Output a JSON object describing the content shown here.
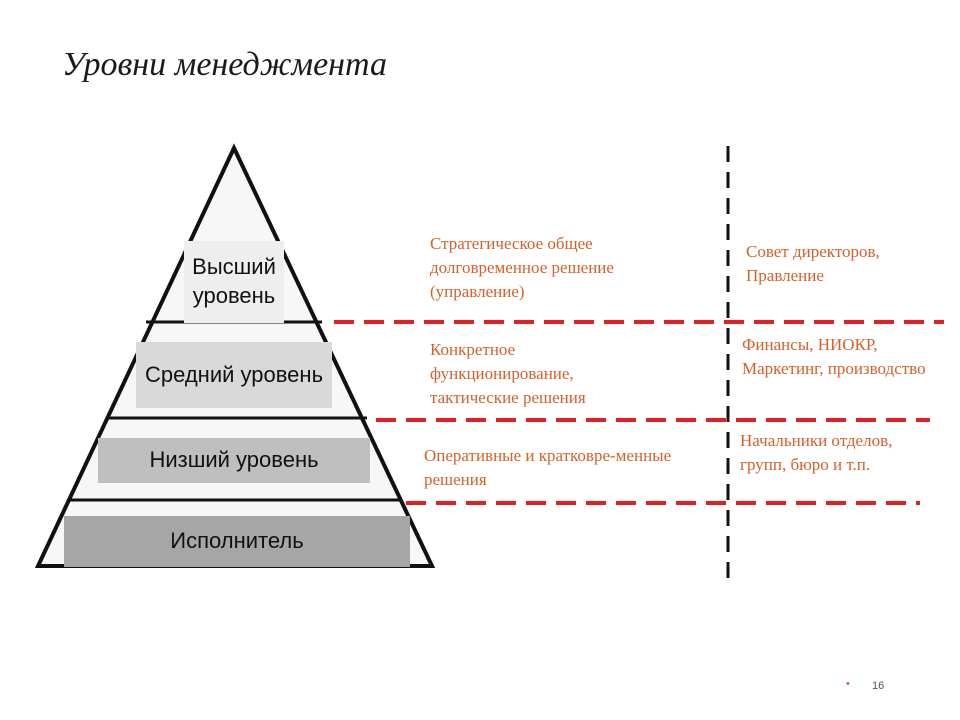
{
  "title": "Уровни менеджмента",
  "levels": [
    {
      "label": "Высший уровень",
      "description": "Стратегическое общее долговременное решение (управление)",
      "bodies": "Совет директоров, Правление"
    },
    {
      "label": "Средний уровень",
      "description": "Конкретное функционирование, тактические решения",
      "bodies": "Финансы, НИОКР, Маркетинг, производство"
    },
    {
      "label": "Низший уровень",
      "description": "Оперативные и кратковре-менные решения",
      "bodies": "Начальники отделов, групп, бюро и т.п."
    },
    {
      "label": "Исполнитель"
    }
  ],
  "footer": {
    "bullet": "•",
    "page_number": "16"
  },
  "colors": {
    "dashed_lines": "#e31e24",
    "description_text": "#d4612a",
    "box_top": "#eeeeee",
    "box_middle": "#d9d9d9",
    "box_lower": "#bfbfbf",
    "box_bottom": "#a6a6a6"
  }
}
